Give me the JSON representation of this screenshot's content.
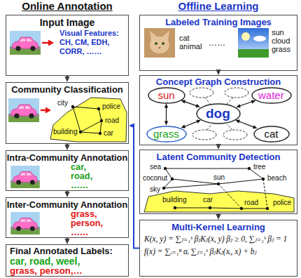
{
  "diagram": {
    "nodes": [
      {
        "text": [
          "Input Image",
          "Visual Features: CH, CM, EDH, CORR, ……"
        ]
      },
      {
        "text": [
          "Community Classification"
        ]
      },
      {
        "text": [
          "Intra-Community Annotation",
          "car, road, ……"
        ]
      },
      {
        "text": [
          "Inter-Community Annotation",
          "grass, person, ……"
        ]
      },
      {
        "text": [
          "Final Annotated Labels:",
          "car, road, weel,",
          "grass, person,…"
        ]
      },
      {
        "text": [
          "Labeled Training Images"
        ]
      },
      {
        "text": [
          "Concept Graph Construction"
        ]
      },
      {
        "text": [
          "sun"
        ],
        "in": 6
      },
      {
        "text": [
          "water"
        ],
        "in": 6
      },
      {
        "text": [
          "dog"
        ],
        "in": 6
      },
      {
        "text": [
          "grass"
        ],
        "in": 6
      },
      {
        "text": [
          "cat"
        ],
        "in": 6
      },
      {
        "text": [
          "Latent Community Detection"
        ]
      },
      {
        "text": [
          "Multi-Kernel Learning",
          "K(x, y) = ∑ⱼ₌₁ˢ βⱼKⱼ(x, y) βⱼ ≥ 0, ∑ⱼ₌₁ˢ βⱼ = 1",
          "f(x) = ∑ᵢ₌₁ⁿ αᵢ ∑ⱼ₌₁ˢ βⱼKⱼ(xᵢ, x) + bⱼ"
        ]
      }
    ],
    "edges": [
      {
        "from": 0,
        "to": 1,
        "arrow": "to"
      },
      {
        "from": 1,
        "to": 2,
        "arrow": "to"
      },
      {
        "from": 2,
        "to": 3,
        "arrow": "to"
      },
      {
        "from": 3,
        "to": 4,
        "arrow": "to"
      },
      {
        "from": 5,
        "to": 6,
        "arrow": "to"
      },
      {
        "from": 6,
        "to": 12,
        "arrow": "to"
      },
      {
        "from": 12,
        "to": 13,
        "arrow": "to"
      },
      {
        "from": 13,
        "to": 1,
        "arrow": "to"
      },
      {
        "from": 7,
        "to": 9,
        "arrow": "both"
      },
      {
        "from": 8,
        "to": 9,
        "arrow": "both"
      },
      {
        "from": 10,
        "to": 9,
        "arrow": "both"
      },
      {
        "from": 11,
        "to": 9,
        "arrow": "both"
      },
      {
        "from": 7,
        "to": 10,
        "arrow": "both"
      }
    ],
    "labels": [
      "Online Annotation",
      "Offline Learning",
      "city",
      "police",
      "building",
      "road",
      "car",
      "cat animal",
      "……",
      "sun cloud grass",
      "sea",
      "tree",
      "coconut",
      "beach",
      "sky",
      "sun",
      "police",
      "road",
      "building",
      "car"
    ]
  }
}
